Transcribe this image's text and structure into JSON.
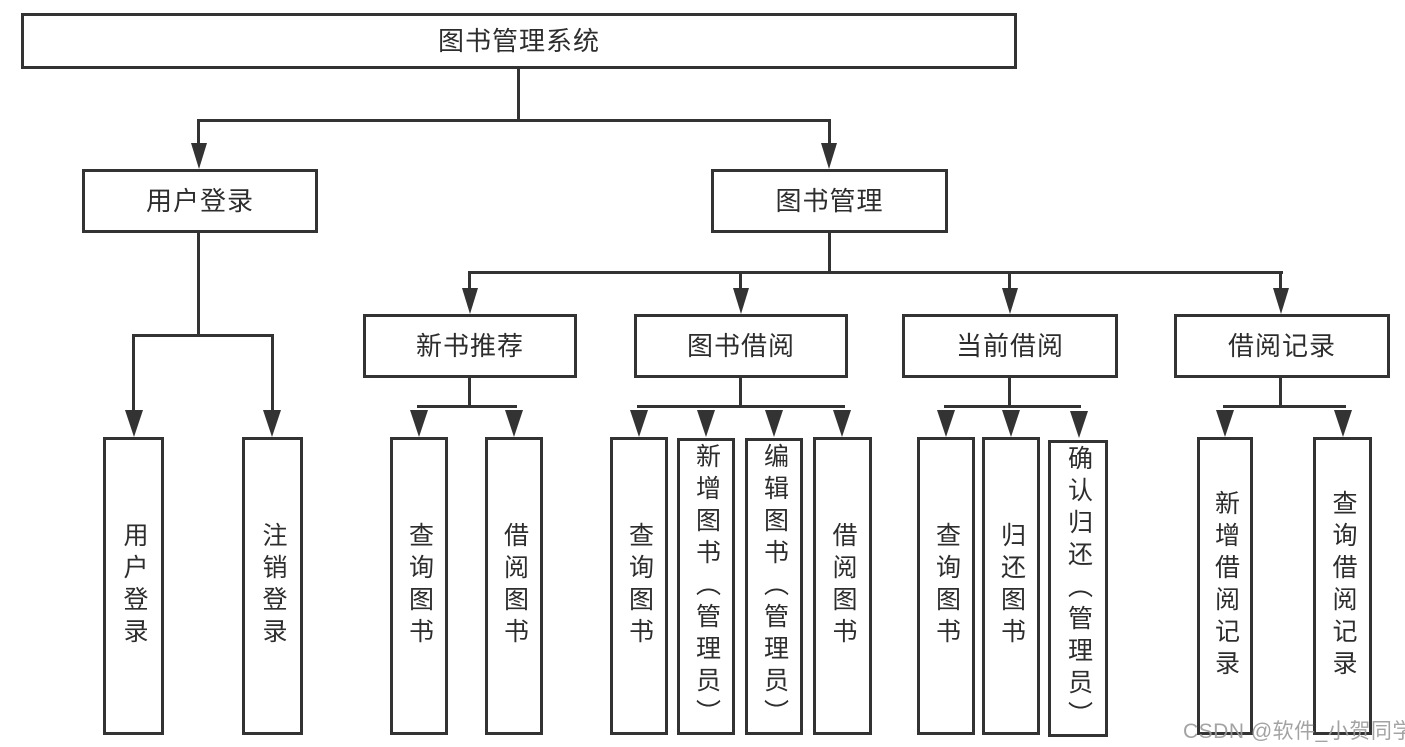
{
  "diagram": {
    "type": "tree",
    "title": "图书管理系统",
    "branches": [
      {
        "label": "用户登录",
        "children": [
          {
            "label": "用户登录"
          },
          {
            "label": "注销登录"
          }
        ]
      },
      {
        "label": "图书管理",
        "children": [
          {
            "label": "新书推荐",
            "children": [
              {
                "label": "查询图书"
              },
              {
                "label": "借阅图书"
              }
            ]
          },
          {
            "label": "图书借阅",
            "children": [
              {
                "label": "查询图书"
              },
              {
                "label": "新增图书（管理员）"
              },
              {
                "label": "编辑图书（管理员）"
              },
              {
                "label": "借阅图书"
              }
            ]
          },
          {
            "label": "当前借阅",
            "children": [
              {
                "label": "查询图书"
              },
              {
                "label": "归还图书"
              },
              {
                "label": "确认归还（管理员）"
              }
            ]
          },
          {
            "label": "借阅记录",
            "children": [
              {
                "label": "新增借阅记录"
              },
              {
                "label": "查询借阅记录"
              }
            ]
          }
        ]
      }
    ]
  },
  "watermark": {
    "text": "CSDN @软件_小贺同学",
    "color": "#9c9c9c"
  },
  "colors": {
    "line": "#333333",
    "box_border": "#333333",
    "box_fill": "#ffffff",
    "text": "#2d2d2d",
    "background": "#ffffff"
  }
}
